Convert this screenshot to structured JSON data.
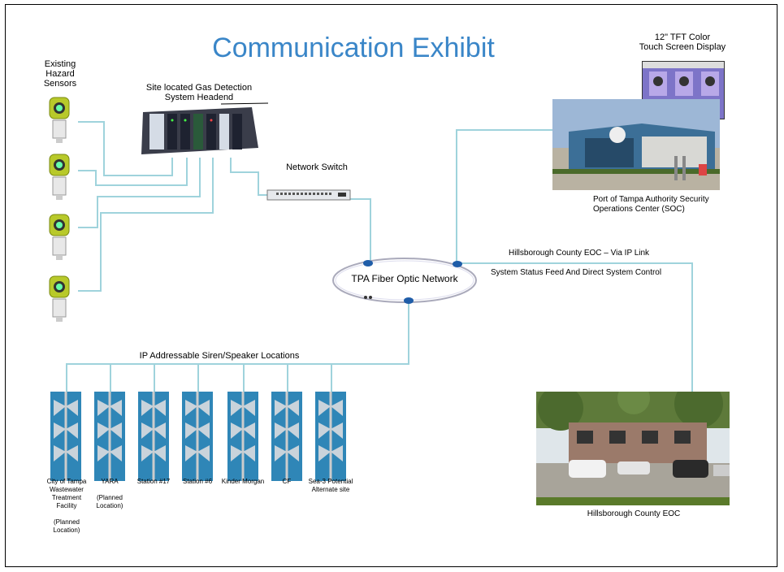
{
  "title": "Communication Exhibit",
  "labels": {
    "existing_sensors": "Existing\nHazard\nSensors",
    "headend": "Site located Gas Detection\nSystem Headend",
    "network_switch": "Network Switch",
    "touch_screen": "12\" TFT Color\nTouch Screen Display",
    "soc": "Port of Tampa Authority Security\nOperations Center (SOC)",
    "hc_link": "Hillsborough County EOC – Via IP Link",
    "status_feed": "System Status Feed And Direct System Control",
    "fiber": "TPA Fiber Optic Network",
    "siren_header": "IP Addressable Siren/Speaker Locations",
    "hc_eoc": "Hillsborough County EOC"
  },
  "sirens": [
    {
      "label": "City of Tampa\nWastewater\nTreatment\nFacility\n\n(Planned\nLocation)"
    },
    {
      "label": "YARA\n\n(Planned\nLocation)"
    },
    {
      "label": "Station #17"
    },
    {
      "label": "Station #6"
    },
    {
      "label": "Kinder Morgan"
    },
    {
      "label": "CF"
    },
    {
      "label": "Sea-3 Potential\nAlternate site"
    }
  ],
  "colors": {
    "title": "#3a86c8",
    "link": "#9fd3dc",
    "siren": "#2f86b7",
    "sensor": "#b8c92a"
  }
}
